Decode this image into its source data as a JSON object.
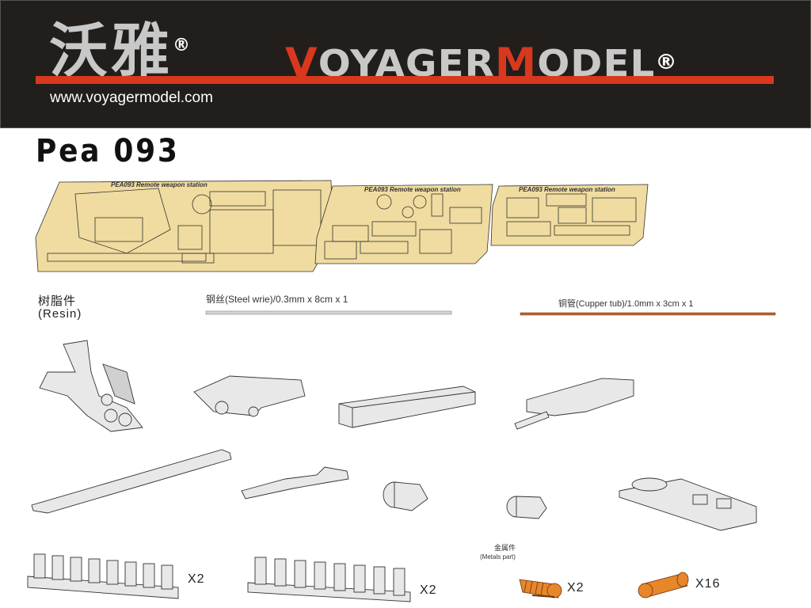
{
  "header": {
    "logo_cn": "沃雅",
    "logo_en": [
      "V",
      "OYAGER",
      "M",
      "ODEL"
    ],
    "registered": "®",
    "url": "www.voyagermodel.com",
    "colors": {
      "background": "#221e1c",
      "accent": "#d8381e",
      "logo_gray": "#c8c8c8"
    }
  },
  "product": {
    "code": "Pea 093"
  },
  "frets": [
    {
      "label": "PEA093 Remote weapon station"
    },
    {
      "label": "PEA093 Remote weapon station"
    },
    {
      "label": "PEA093 Remote weapon station"
    }
  ],
  "sections": {
    "resin_cn": "树脂件",
    "resin_en": "(Resin)",
    "steel_wire": "钢丝(Steel wrie)/0.3mm x 8cm x 1",
    "copper_tube": "铜管(Cupper tub)/1.0mm x 3cm x 1",
    "metal_cn": "金属件",
    "metal_en": "(Metals part)"
  },
  "quantities": {
    "resin_rack_1": "X2",
    "resin_rack_2": "X2",
    "spring": "X2",
    "tube": "X16"
  },
  "colors": {
    "brass": "#f0dca0",
    "copper": "#e8862a",
    "copper_wire": "#b5642a",
    "steel": "#d4d4d4"
  }
}
